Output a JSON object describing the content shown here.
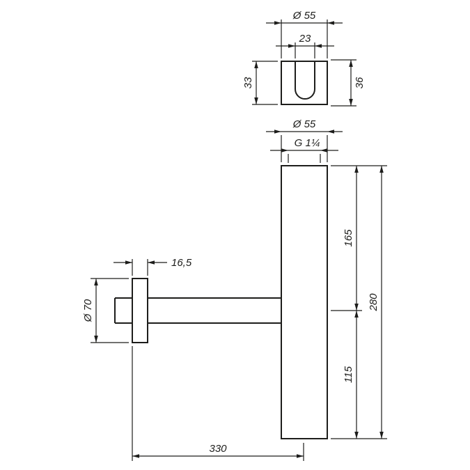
{
  "page": {
    "background_color": "#ffffff",
    "line_color": "#1d1d1b"
  },
  "labels": {
    "bracket_diameter": "Ø 55",
    "bracket_opening": "23",
    "bracket_height": "33",
    "bracket_depth": "36",
    "body_diameter": "Ø 55",
    "thread": "G 1¼",
    "upper_height": "165",
    "total_height": "280",
    "lower_height": "115",
    "flange_thickness": "16,5",
    "flange_diameter": "Ø 70",
    "projection": "330"
  }
}
